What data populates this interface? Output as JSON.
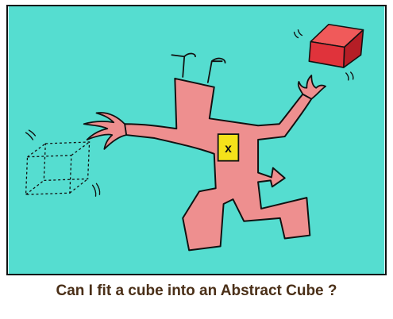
{
  "cartoon": {
    "caption": "Can I fit a cube into an Abstract Cube ?",
    "badge_symbol": "x",
    "colors": {
      "background": "#55ddd0",
      "robot_body": "#ee8f8f",
      "badge": "#f5e21a",
      "solid_cube_front": "#e0333b",
      "solid_cube_top": "#f05a5a",
      "solid_cube_side": "#b51e26",
      "outline": "#111111",
      "caption_text": "#4a2f17"
    },
    "icons": [
      "abstract-robot",
      "wireframe-cube",
      "solid-red-cube"
    ]
  }
}
